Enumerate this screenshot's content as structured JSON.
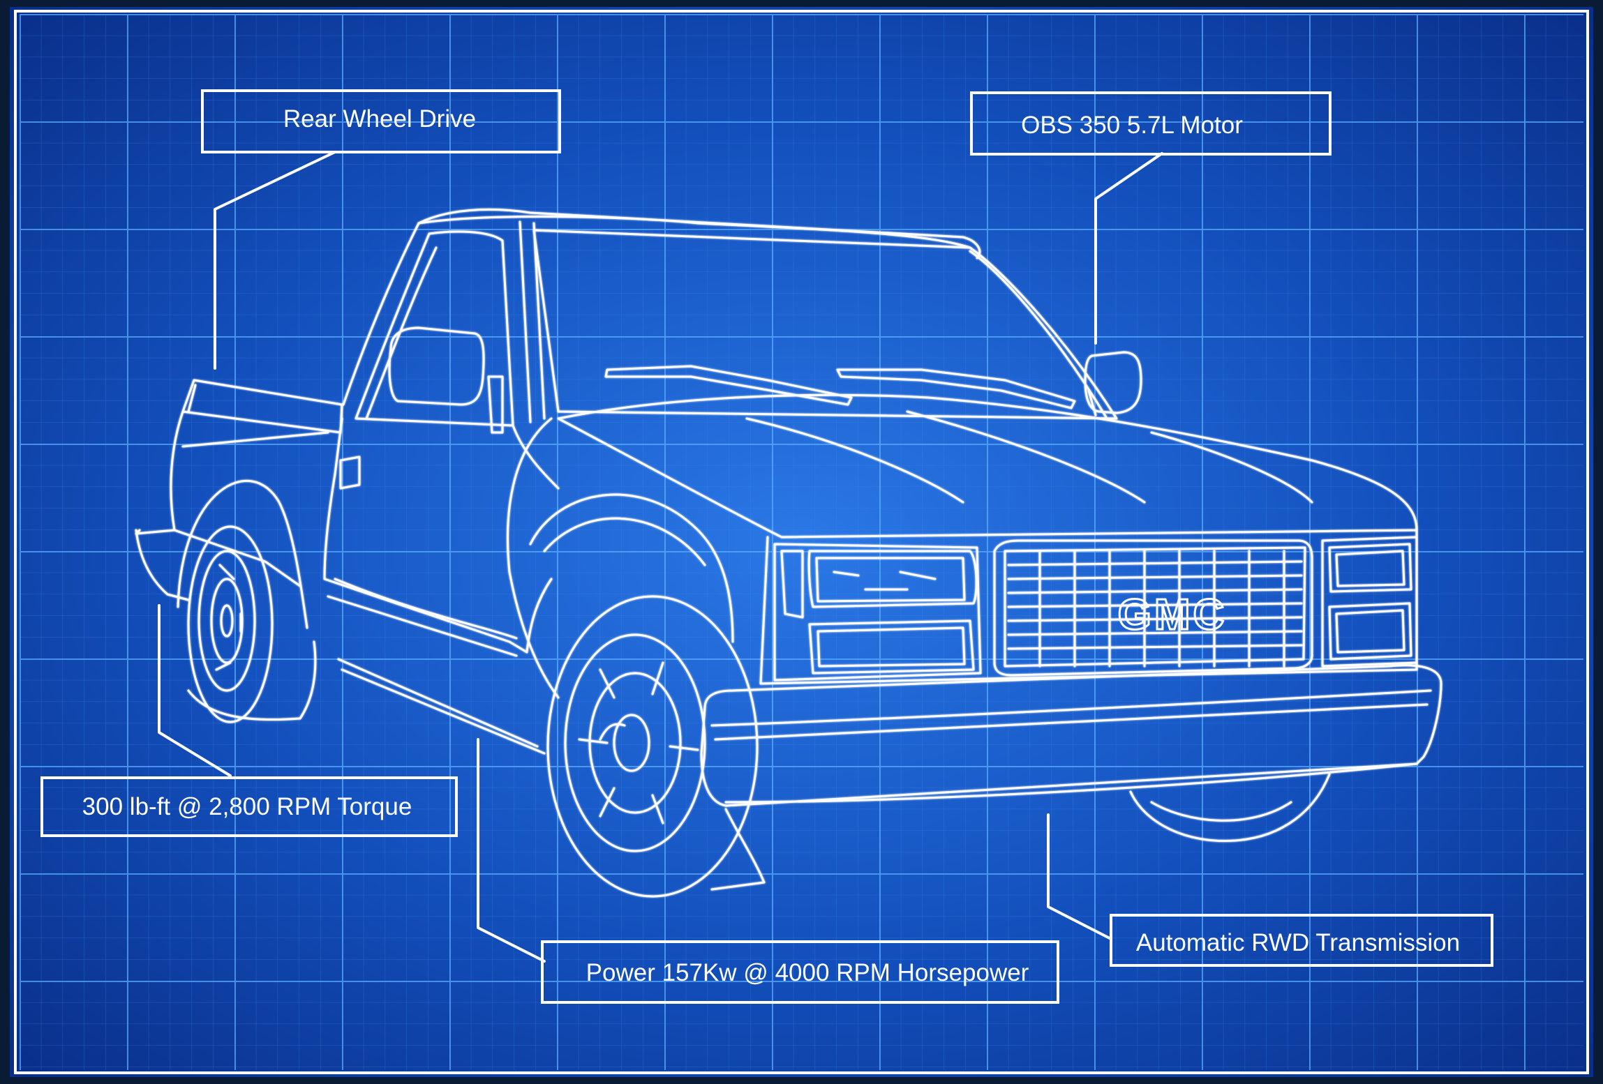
{
  "callouts": {
    "rear_wheel_drive": "Rear Wheel Drive",
    "motor": "OBS 350 5.7L Motor",
    "torque": "300 lb-ft @ 2,800 RPM Torque",
    "horsepower": "Power 157Kw @ 4000 RPM Horsepower",
    "transmission": "Automatic RWD Transmission"
  },
  "grille_badge": "GMC",
  "colors": {
    "blueprint_dark": "#0a2f8a",
    "blueprint_light": "#1f66d6",
    "grid_line": "#4aa3ff",
    "line_art": "#ffffff",
    "outer_frame": "#0a1b36"
  }
}
